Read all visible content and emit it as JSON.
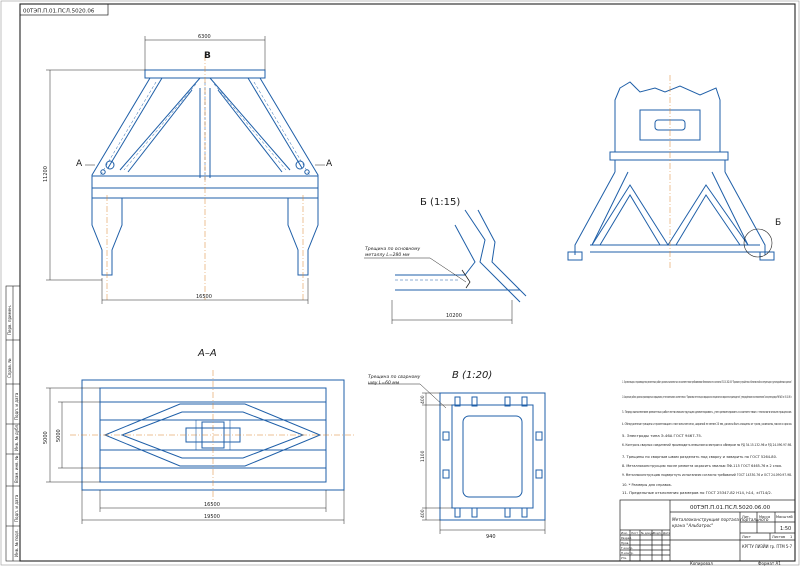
{
  "top_stamp": "00ТЭП.П.01.ПСЛ.5020.06",
  "side_strip": [
    "Перв. примен.",
    "Справ. №",
    "Подп. и дата",
    "Инв. № дубл.",
    "Взам. инв. №",
    "Подп. и дата",
    "Инв. № подл."
  ],
  "front_view": {
    "view_marker": "В",
    "section_mark_left": "А",
    "section_mark_right": "А",
    "dim_top": "6300",
    "dim_height": "11200",
    "dim_bottom": "16500"
  },
  "detail_b": {
    "title": "Б (1:15)",
    "note": "Трещина по основному металлу L=280 мм",
    "dim": "10200"
  },
  "section_aa": {
    "title": "А–А",
    "dim_left_outer": "5000",
    "dim_left_inner": "5000",
    "dim_bottom_inner": "16500",
    "dim_bottom_outer": "19500"
  },
  "detail_v": {
    "title": "В (1:20)",
    "note": "Трещина по сварному шву L=60 мм",
    "dim_top": "400",
    "dim_mid": "1100",
    "dim_bottom": "400",
    "dim_width": "940"
  },
  "notes": [
    "1. Организации и производство ремонтных работ должны выполняться в соответствии требованиями безопасности согласно ПБ 10-382-00 \"Правила устройства и безопасной эксплуатации грузоподъёмных кранов\".",
    "2. Сварочные работы должны производиться сварщиками, аттестованными в соответствии с \"Правилами аттестации сварщиков и специалистов сварочного производства\", утверждёнными постановлением Госгортехнадзора РФ №63 от 30.10.98 г.",
    "3. Перед выполнением ремонтных работ металлоконструкцию демонтировать, узел ремонтировать в соответствии с технологическим процессом.",
    "4. Обнаруженные трещины и прилегающие к ним зоны металла, шириной не менее 20 мм, должны быть очищены от грязи, ржавчины, масла и краски.",
    "5. Электроды типа Э-46А ГОСТ 9467-75.",
    "6. Контроль сварных соединений производить внешним осмотром и обмером по РД 34.15.132-96 и РД 24.090.97-98.",
    "7. Трещины по сварным швам разделать под сварку и заварить по ГОСТ 5264-80.",
    "8. Металлоконструкцию после ремонта окрасить эмалью ПФ-115 ГОСТ 6465-76 в 2 слоя.",
    "9. Металлоконструкцию подвергнуть испытаниям согласно требований ГОСТ 14330-76 и ОСТ 24.090.97-98.",
    "10. * Размеры для справок.",
    "11. Предельные отклонения размеров по ГОСТ 25347-82 H14, h14, ±IT14/2."
  ],
  "title_block": {
    "stamp": "00ТЭП.П.01.ПСЛ.5020.06.00",
    "name": "Металлоконструкция портала портального крана \"Альбатрос\"",
    "lit_label": "Лит.",
    "mass_label": "Масса",
    "scale_label": "Масштаб",
    "scale": "1:50",
    "sheet_label": "Лист",
    "sheets_label": "Листов",
    "sheets": "1",
    "org": "КРГТУ ЛИЗЙИ гр. ПТМ 5-7",
    "rows": [
      "Изм.",
      "Разраб.",
      "Пров.",
      "Т.контр.",
      "",
      "Н.контр.",
      "Утв."
    ],
    "header": [
      "Изм.",
      "Лист",
      "№ докум.",
      "Подп.",
      "Дата"
    ]
  },
  "bottom_copied": "Копировал",
  "bottom_format": "Формат А1"
}
